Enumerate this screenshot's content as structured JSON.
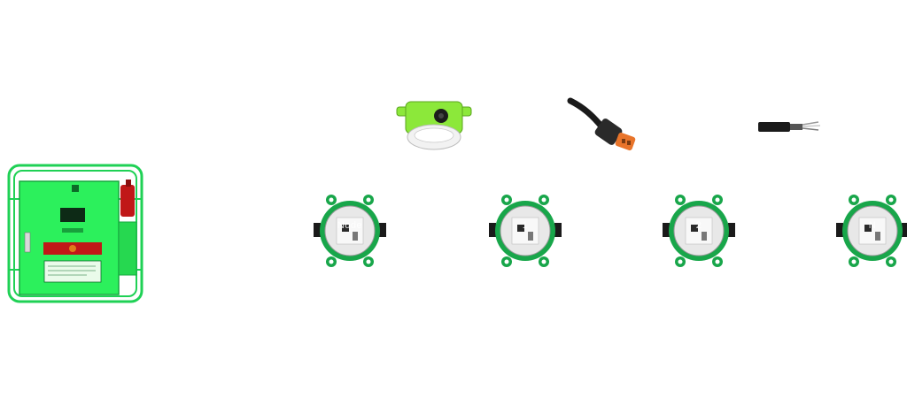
{
  "colors": {
    "frame_green": "#1fd155",
    "body_green": "#2cf05c",
    "lamp_green": "#8ce83a",
    "node_green": "#18a64a",
    "warning_red": "#c01818",
    "connector_orange": "#e8742a",
    "cable_black": "#1a1a1a"
  },
  "icons": {
    "cabinet": "control-cabinet-icon",
    "lamp": "lamp-fixture-icon",
    "connector": "plug-connector-icon",
    "cable": "cable-end-icon",
    "node": "sensor-node-icon"
  },
  "nodes": [
    {
      "label": "Node"
    },
    {
      "label": "1"
    },
    {
      "label": "2"
    },
    {
      "label": "N"
    }
  ]
}
